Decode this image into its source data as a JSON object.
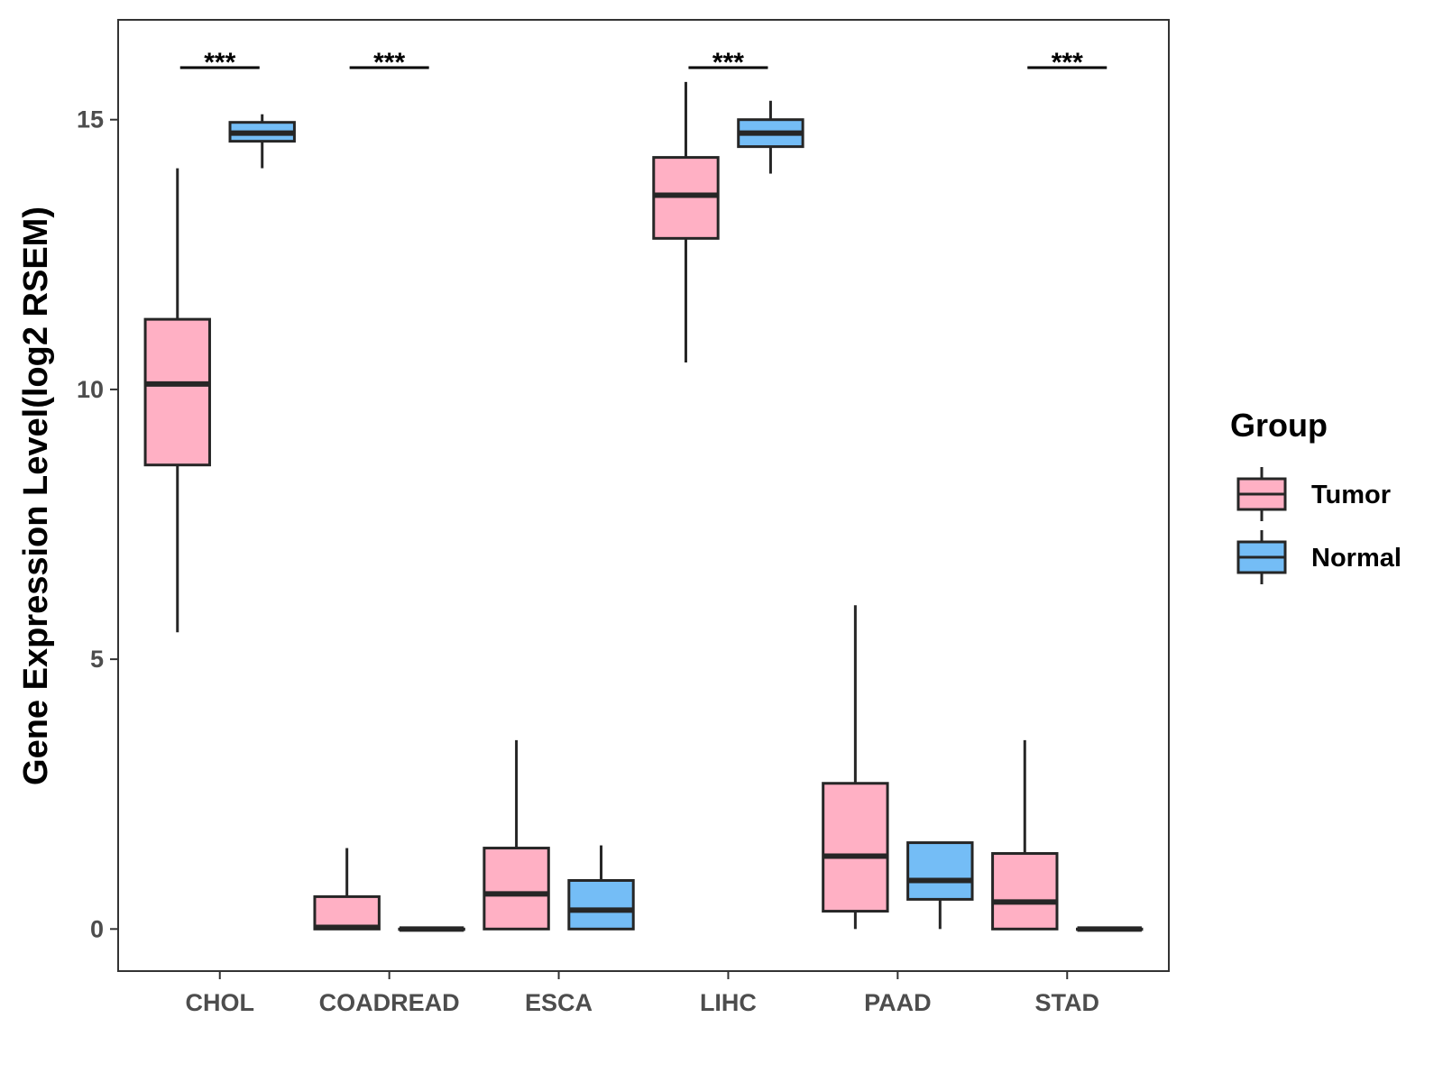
{
  "chart_data": {
    "type": "boxplot",
    "ylabel": "Gene Expression Level(log2 RSEM)",
    "xlabel": "",
    "ylim": [
      -0.78,
      16.85
    ],
    "yticks": [
      0,
      5,
      10,
      15
    ],
    "categories": [
      "CHOL",
      "COADREAD",
      "ESCA",
      "LIHC",
      "PAAD",
      "STAD"
    ],
    "legend": {
      "title": "Group",
      "position": "right",
      "entries": [
        {
          "name": "Tumor",
          "color": "#FFB0C4"
        },
        {
          "name": "Normal",
          "color": "#74BDF6"
        }
      ]
    },
    "grid": false,
    "series": [
      {
        "name": "Tumor",
        "color": "#FFB0C4",
        "boxes": [
          {
            "category": "CHOL",
            "min": 5.5,
            "q1": 8.6,
            "median": 10.1,
            "q3": 11.3,
            "max": 14.1
          },
          {
            "category": "COADREAD",
            "min": 0.0,
            "q1": 0.0,
            "median": 0.03,
            "q3": 0.6,
            "max": 1.5
          },
          {
            "category": "ESCA",
            "min": 0.0,
            "q1": 0.0,
            "median": 0.65,
            "q3": 1.5,
            "max": 3.5
          },
          {
            "category": "LIHC",
            "min": 10.5,
            "q1": 12.8,
            "median": 13.6,
            "q3": 14.3,
            "max": 15.7
          },
          {
            "category": "PAAD",
            "min": 0.0,
            "q1": 0.33,
            "median": 1.35,
            "q3": 2.7,
            "max": 6.0
          },
          {
            "category": "STAD",
            "min": 0.0,
            "q1": 0.0,
            "median": 0.5,
            "q3": 1.4,
            "max": 3.5
          }
        ]
      },
      {
        "name": "Normal",
        "color": "#74BDF6",
        "boxes": [
          {
            "category": "CHOL",
            "min": 14.1,
            "q1": 14.6,
            "median": 14.75,
            "q3": 14.95,
            "max": 15.1
          },
          {
            "category": "COADREAD",
            "min": 0.0,
            "q1": 0.0,
            "median": 0.0,
            "q3": 0.0,
            "max": 0.0
          },
          {
            "category": "ESCA",
            "min": 0.0,
            "q1": 0.0,
            "median": 0.35,
            "q3": 0.9,
            "max": 1.55
          },
          {
            "category": "LIHC",
            "min": 14.0,
            "q1": 14.5,
            "median": 14.75,
            "q3": 15.0,
            "max": 15.35
          },
          {
            "category": "PAAD",
            "min": 0.0,
            "q1": 0.55,
            "median": 0.9,
            "q3": 1.6,
            "max": 1.6
          },
          {
            "category": "STAD",
            "min": 0.0,
            "q1": 0.0,
            "median": 0.0,
            "q3": 0.0,
            "max": 0.0
          }
        ]
      }
    ],
    "annotations": [
      {
        "category": "CHOL",
        "text": "***"
      },
      {
        "category": "COADREAD",
        "text": "***"
      },
      {
        "category": "LIHC",
        "text": "***"
      },
      {
        "category": "STAD",
        "text": "***"
      }
    ]
  }
}
